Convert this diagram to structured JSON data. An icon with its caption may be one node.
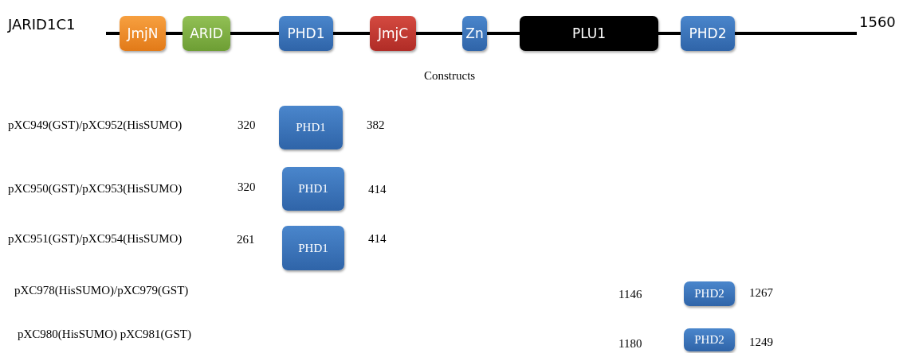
{
  "diagram": {
    "nodes": [
      {
        "text": [
          "JmjN"
        ]
      },
      {
        "text": [
          "ARID"
        ]
      },
      {
        "text": [
          "PHD1"
        ]
      },
      {
        "text": [
          "JmjC"
        ]
      },
      {
        "text": [
          "Zn"
        ]
      },
      {
        "text": [
          "PLU1"
        ]
      },
      {
        "text": [
          "PHD2"
        ]
      },
      {
        "text": [
          "PHD1"
        ]
      },
      {
        "text": [
          "PHD1"
        ]
      },
      {
        "text": [
          "PHD1"
        ]
      },
      {
        "text": [
          "PHD2"
        ]
      },
      {
        "text": [
          "PHD2"
        ]
      }
    ],
    "labels": [
      "JARID1C1",
      "1560",
      "Constructs",
      "pXC949(GST)/pXC952(HisSUMO)",
      "320",
      "382",
      "pXC950(GST)/pXC953(HisSUMO)",
      "320",
      "414",
      "pXC951(GST)/pXC954(HisSUMO)",
      "261",
      "414",
      "pXC978(HisSUMO)/pXC979(GST)",
      "1146",
      "1267",
      "pXC980(HisSUMO) pXC981(GST)",
      "1180",
      "1249"
    ]
  }
}
